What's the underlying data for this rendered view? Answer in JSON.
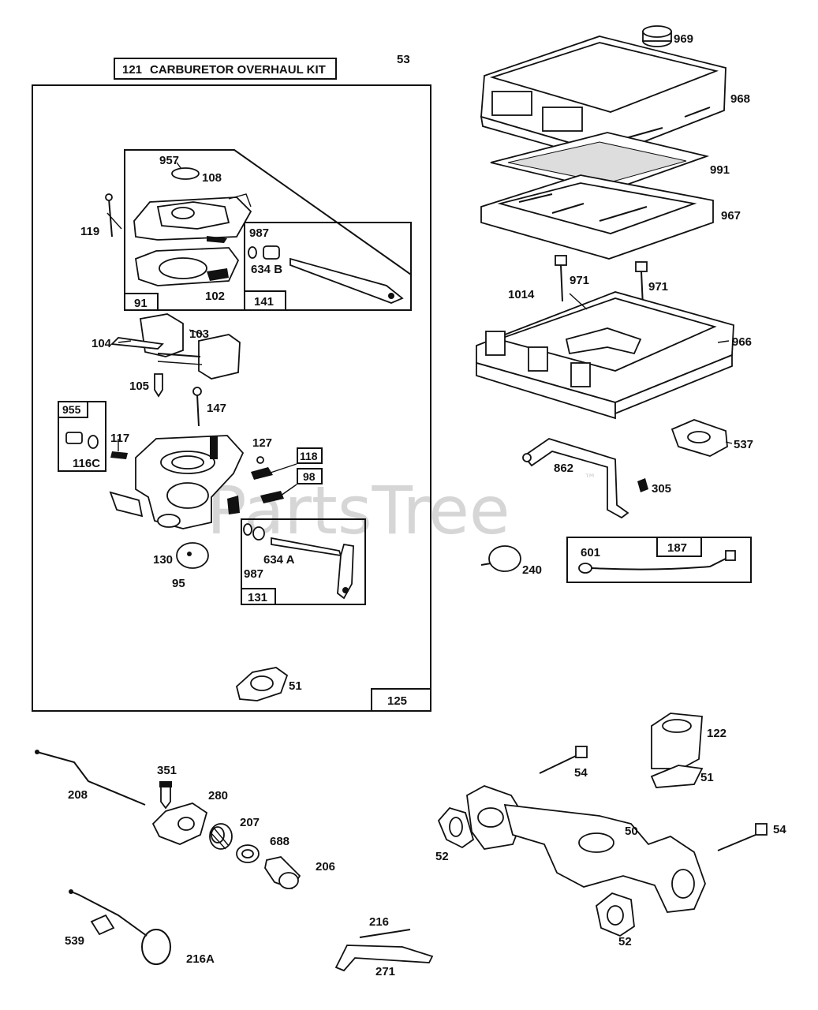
{
  "kit_title": {
    "number": "121",
    "text": "CARBURETOR OVERHAUL KIT"
  },
  "watermark": {
    "text": "PartsTree",
    "mark": "™"
  },
  "boxes": {
    "b125": "125",
    "b91": "91",
    "b141": "141",
    "b131": "131",
    "b955": "955",
    "b118": "118",
    "b98": "98",
    "b187": "187"
  },
  "callouts": {
    "c53": "53",
    "c969": "969",
    "c968": "968",
    "c991": "991",
    "c967": "967",
    "c971a": "971",
    "c971b": "971",
    "c1014": "1014",
    "c966": "966",
    "c537": "537",
    "c862": "862",
    "c305": "305",
    "c240": "240",
    "c601": "601",
    "c957": "957",
    "c108": "108",
    "c119": "119",
    "c987a": "987",
    "c634b": "634 B",
    "c102": "102",
    "c104": "104",
    "c103": "103",
    "c105": "105",
    "c147": "147",
    "c117": "117",
    "c116c": "116C",
    "c127": "127",
    "c130": "130",
    "c95": "95",
    "c987b": "987",
    "c634a": "634 A",
    "c51a": "51",
    "c208": "208",
    "c351": "351",
    "c280": "280",
    "c207": "207",
    "c688": "688",
    "c206": "206",
    "c539": "539",
    "c216a": "216A",
    "c216": "216",
    "c271": "271",
    "c122": "122",
    "c51b": "51",
    "c54a": "54",
    "c50": "50",
    "c52a": "52",
    "c54b": "54",
    "c52b": "52"
  }
}
